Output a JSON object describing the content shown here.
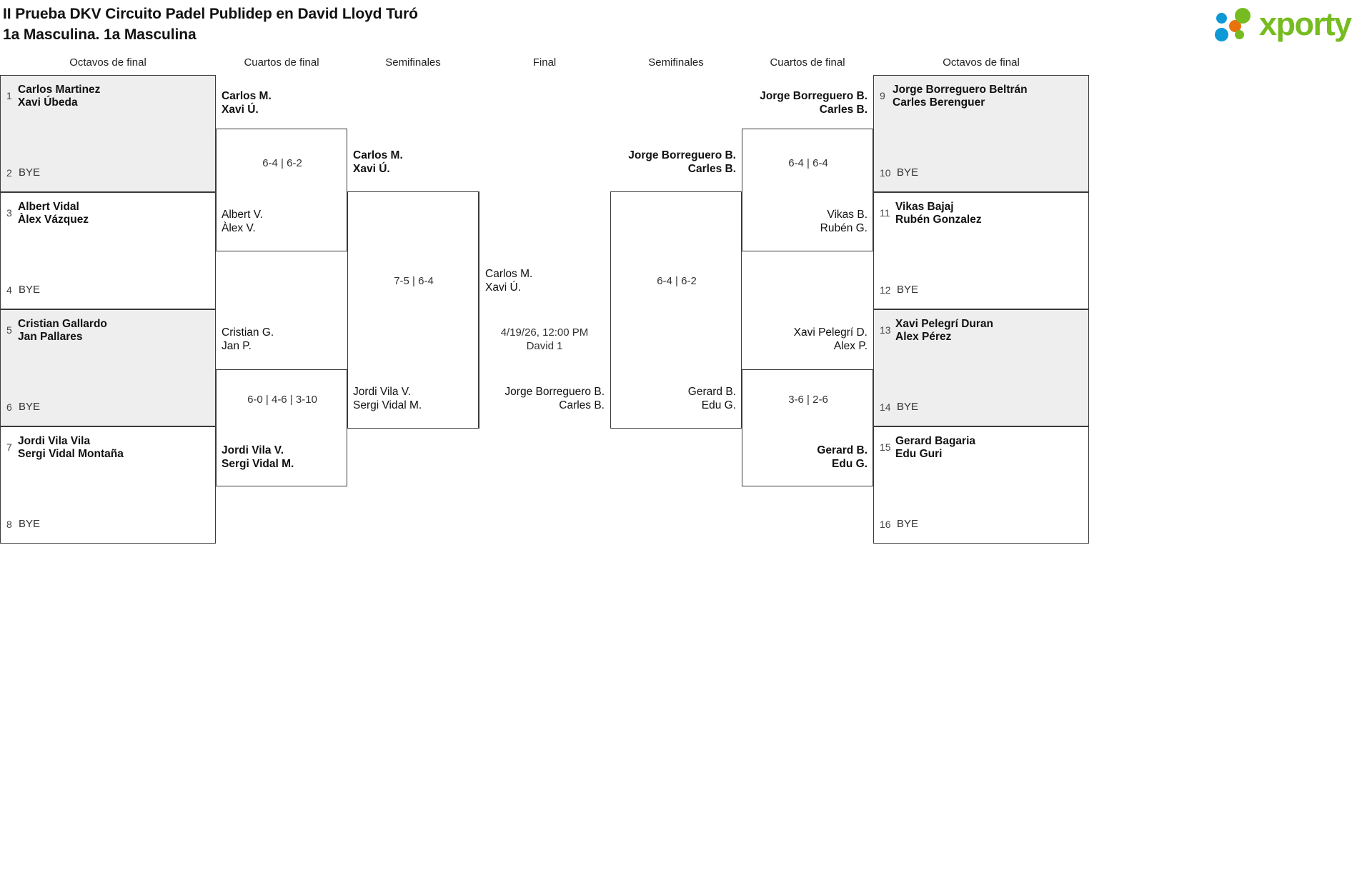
{
  "header": {
    "title": "II Prueba DKV Circuito Padel Publidep en David Lloyd Turó",
    "subtitle": "1a Masculina. 1a Masculina",
    "logo_text": "xporty",
    "logo_colors": {
      "green": "#76bc21",
      "blue": "#0d99d6",
      "orange": "#e8730c"
    }
  },
  "round_headers": {
    "left_r16": "Octavos de final",
    "left_qf": "Cuartos de final",
    "left_sf": "Semifinales",
    "final": "Final",
    "right_sf": "Semifinales",
    "right_qf": "Cuartos de final",
    "right_r16": "Octavos de final"
  },
  "chart_data": {
    "type": "table",
    "title": "II Prueba DKV Circuito Padel Publidep en David Lloyd Turó — 1a Masculina",
    "left_round16": [
      {
        "seed": "1",
        "p1": "Carlos Martinez",
        "p2": "Xavi Úbeda",
        "winner": true,
        "shaded": true
      },
      {
        "seed": "2",
        "p1": "BYE",
        "p2": "",
        "winner": false,
        "shaded": true
      },
      {
        "seed": "3",
        "p1": "Albert Vidal",
        "p2": "Àlex Vázquez",
        "winner": true,
        "shaded": false
      },
      {
        "seed": "4",
        "p1": "BYE",
        "p2": "",
        "winner": false,
        "shaded": false
      },
      {
        "seed": "5",
        "p1": "Cristian Gallardo",
        "p2": "Jan Pallares",
        "winner": true,
        "shaded": true
      },
      {
        "seed": "6",
        "p1": "BYE",
        "p2": "",
        "winner": false,
        "shaded": true
      },
      {
        "seed": "7",
        "p1": "Jordi Vila Vila",
        "p2": "Sergi Vidal Montaña",
        "winner": true,
        "shaded": false
      },
      {
        "seed": "8",
        "p1": "BYE",
        "p2": "",
        "winner": false,
        "shaded": false
      }
    ],
    "right_round16": [
      {
        "seed": "9",
        "p1": "Jorge Borreguero Beltrán",
        "p2": "Carles Berenguer",
        "winner": true,
        "shaded": true
      },
      {
        "seed": "10",
        "p1": "BYE",
        "p2": "",
        "winner": false,
        "shaded": true
      },
      {
        "seed": "11",
        "p1": "Vikas Bajaj",
        "p2": "Rubén Gonzalez",
        "winner": true,
        "shaded": false
      },
      {
        "seed": "12",
        "p1": "BYE",
        "p2": "",
        "winner": false,
        "shaded": false
      },
      {
        "seed": "13",
        "p1": "Xavi Pelegrí Duran",
        "p2": "Alex Pérez",
        "winner": true,
        "shaded": true
      },
      {
        "seed": "14",
        "p1": "BYE",
        "p2": "",
        "winner": false,
        "shaded": true
      },
      {
        "seed": "15",
        "p1": "Gerard Bagaria",
        "p2": "Edu Guri",
        "winner": true,
        "shaded": false
      },
      {
        "seed": "16",
        "p1": "BYE",
        "p2": "",
        "winner": false,
        "shaded": false
      }
    ],
    "left_quarters": [
      {
        "top_p1": "Carlos M.",
        "top_p2": "Xavi Ú.",
        "top_bold": true,
        "bot_p1": "Albert V.",
        "bot_p2": "Àlex V.",
        "bot_bold": false,
        "score": "6-4 | 6-2"
      },
      {
        "top_p1": "Cristian G.",
        "top_p2": "Jan P.",
        "top_bold": false,
        "bot_p1": "Jordi Vila V.",
        "bot_p2": "Sergi Vidal M.",
        "bot_bold": true,
        "score": "6-0 | 4-6 | 3-10"
      }
    ],
    "right_quarters": [
      {
        "top_p1": "Jorge Borreguero B.",
        "top_p2": "Carles B.",
        "top_bold": true,
        "bot_p1": "Vikas B.",
        "bot_p2": "Rubén G.",
        "bot_bold": false,
        "score": "6-4 | 6-4"
      },
      {
        "top_p1": "Xavi Pelegrí D.",
        "top_p2": "Alex P.",
        "top_bold": false,
        "bot_p1": "Gerard B.",
        "bot_p2": "Edu G.",
        "bot_bold": true,
        "score": "3-6 | 2-6"
      }
    ],
    "left_semifinal": {
      "top_p1": "Carlos M.",
      "top_p2": "Xavi Ú.",
      "top_bold": true,
      "bot_p1": "Jordi Vila V.",
      "bot_p2": "Sergi Vidal M.",
      "bot_bold": false,
      "score": "7-5 | 6-4"
    },
    "right_semifinal": {
      "top_p1": "Jorge Borreguero B.",
      "top_p2": "Carles B.",
      "top_bold": true,
      "bot_p1": "Gerard B.",
      "bot_p2": "Edu G.",
      "bot_bold": false,
      "score": "6-4 | 6-2"
    },
    "final": {
      "top_p1": "Carlos M.",
      "top_p2": "Xavi Ú.",
      "top_bold": false,
      "bot_p1": "Jorge Borreguero B.",
      "bot_p2": "Carles B.",
      "bot_bold": false,
      "datetime": "4/19/26, 12:00 PM",
      "court": "David 1"
    }
  }
}
